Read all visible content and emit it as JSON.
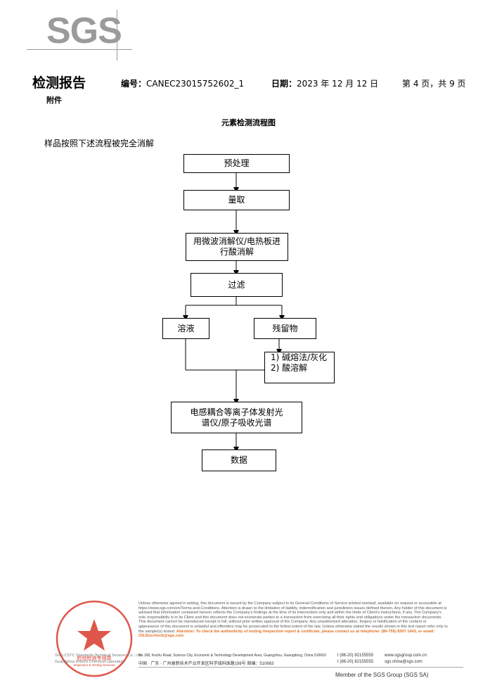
{
  "logo": {
    "text": "SGS"
  },
  "header": {
    "title": "检测报告",
    "number_label": "编号：",
    "number_value": "CANEC23015752602_1",
    "date_label": "日期：",
    "date_value": "2023 年 12 月 12 日",
    "page": "第 4 页，共 9 页",
    "annex": "附件"
  },
  "section": {
    "title": "元素检测流程图",
    "intro": "样品按照下述流程被完全消解"
  },
  "flow": {
    "preprocess": "预处理",
    "measure": "量取",
    "digest_line1": "用微波消解仪/电热板进",
    "digest_line2": "行酸消解",
    "filter": "过滤",
    "solution": "溶液",
    "residue": "残留物",
    "residue_step1": "1) 碱熔法/灰化",
    "residue_step2": "2) 酸溶解",
    "instrument_line1": "电感耦合等离子体发射光",
    "instrument_line2": "谱仪/原子吸收光谱",
    "data": "数据"
  },
  "footer": {
    "disclaimer": "Unless otherwise agreed in writing, this document is issued by the Company subject to its General Conditions of Service printed overleaf, available on request or accessible at https://www.sgs.com/en/Terms-and-Conditions. Attention is drawn to the limitation of liability, indemnification and jurisdiction issues defined therein. Any holder of this document is advised that information contained hereon reflects the Company's findings at the time of its intervention only and within the limits of Client's instructions, if any. The Company's sole responsibility is to its Client and this document does not exonerate parties to a transaction from exercising all their rights and obligations under the transaction documents. This document cannot be reproduced except in full, without prior written approval of the Company. Any unauthorized alteration, forgery or falsification of the content or appearance of this document is unlawful and offenders may be prosecuted to the fullest extent of the law. Unless otherwise stated the results shown in this test report refer only to the sample(s) tested.",
    "attention": "Attention: To check the authenticity of testing /inspection report & certificate, please contact us at telephone: (86-755) 8307 1443, or email: CN.Doccheck@sgs.com",
    "address_en": "No.198, Kezhu Road, Science City, Economic & Technology Development Area, Guangzhou, Guangdong, China  510663",
    "address_cn": "中国 · 广东 · 广州高新技术产业开发区科学城科珠路198号    邮编：510663",
    "tel1": "t (86-20) 82155555",
    "tel2": "t (86-20) 82155555",
    "web": "www.sgsgroup.com.cn",
    "email": "sgs.china@sgs.com",
    "member": "Member of the SGS Group (SGS SA)",
    "seal_text": "检验检测专用章",
    "seal_text_en": "Inspection & Testing Services",
    "company_en1": "SGS-CSTC Standards Technical Services Co., Ltd.",
    "company_en2": "Guangzhou Branch Chemical Laboratory"
  },
  "colors": {
    "seal": "#d83a2a",
    "logo": "#9b9b9b",
    "attention": "#e07020"
  }
}
